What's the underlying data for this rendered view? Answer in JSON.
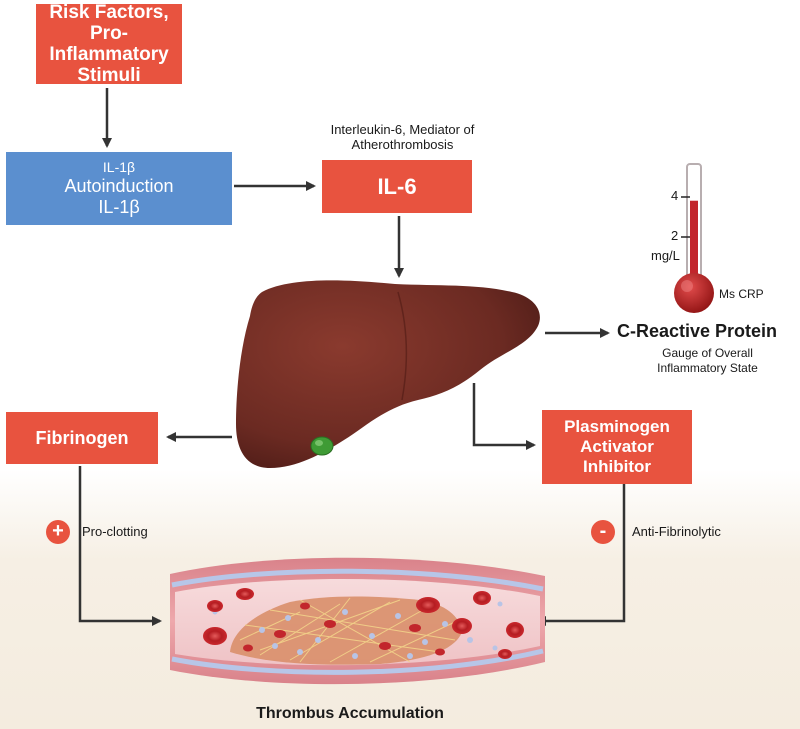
{
  "boxes": {
    "risk": [
      "Risk Factors,",
      "Pro-Inflammatory",
      "Stimuli"
    ],
    "autoinduction": {
      "top": "IL-1β",
      "middle": "Autoinduction",
      "bottom": "IL-1β"
    },
    "il6": "IL-6",
    "fibrinogen": "Fibrinogen",
    "pai": [
      "Plasminogen",
      "Activator",
      "Inhibitor"
    ]
  },
  "labels": {
    "il6_caption": [
      "Interleukin-6, Mediator of",
      "Atherothrombosis"
    ],
    "crp_title": "C-Reactive Protein",
    "crp_subtitle": [
      "Gauge of Overall",
      "Inflammatory State"
    ],
    "procoag": "Pro-clotting",
    "antifib": "Anti-Fibrinolytic",
    "thrombus": "Thrombus Accumulation"
  },
  "badges": {
    "plus": "+",
    "minus": "-"
  },
  "thermometer": {
    "tick_high": "4",
    "tick_low": "2",
    "unit": "mg/L",
    "label": "Ms CRP",
    "level_fraction": 0.72
  },
  "colors": {
    "box_red": "#e8533f",
    "box_blue": "#5b8fcf",
    "liver": "#6e2b22",
    "vessel": "#e49a9f",
    "blood_cell": "#c2262c"
  }
}
